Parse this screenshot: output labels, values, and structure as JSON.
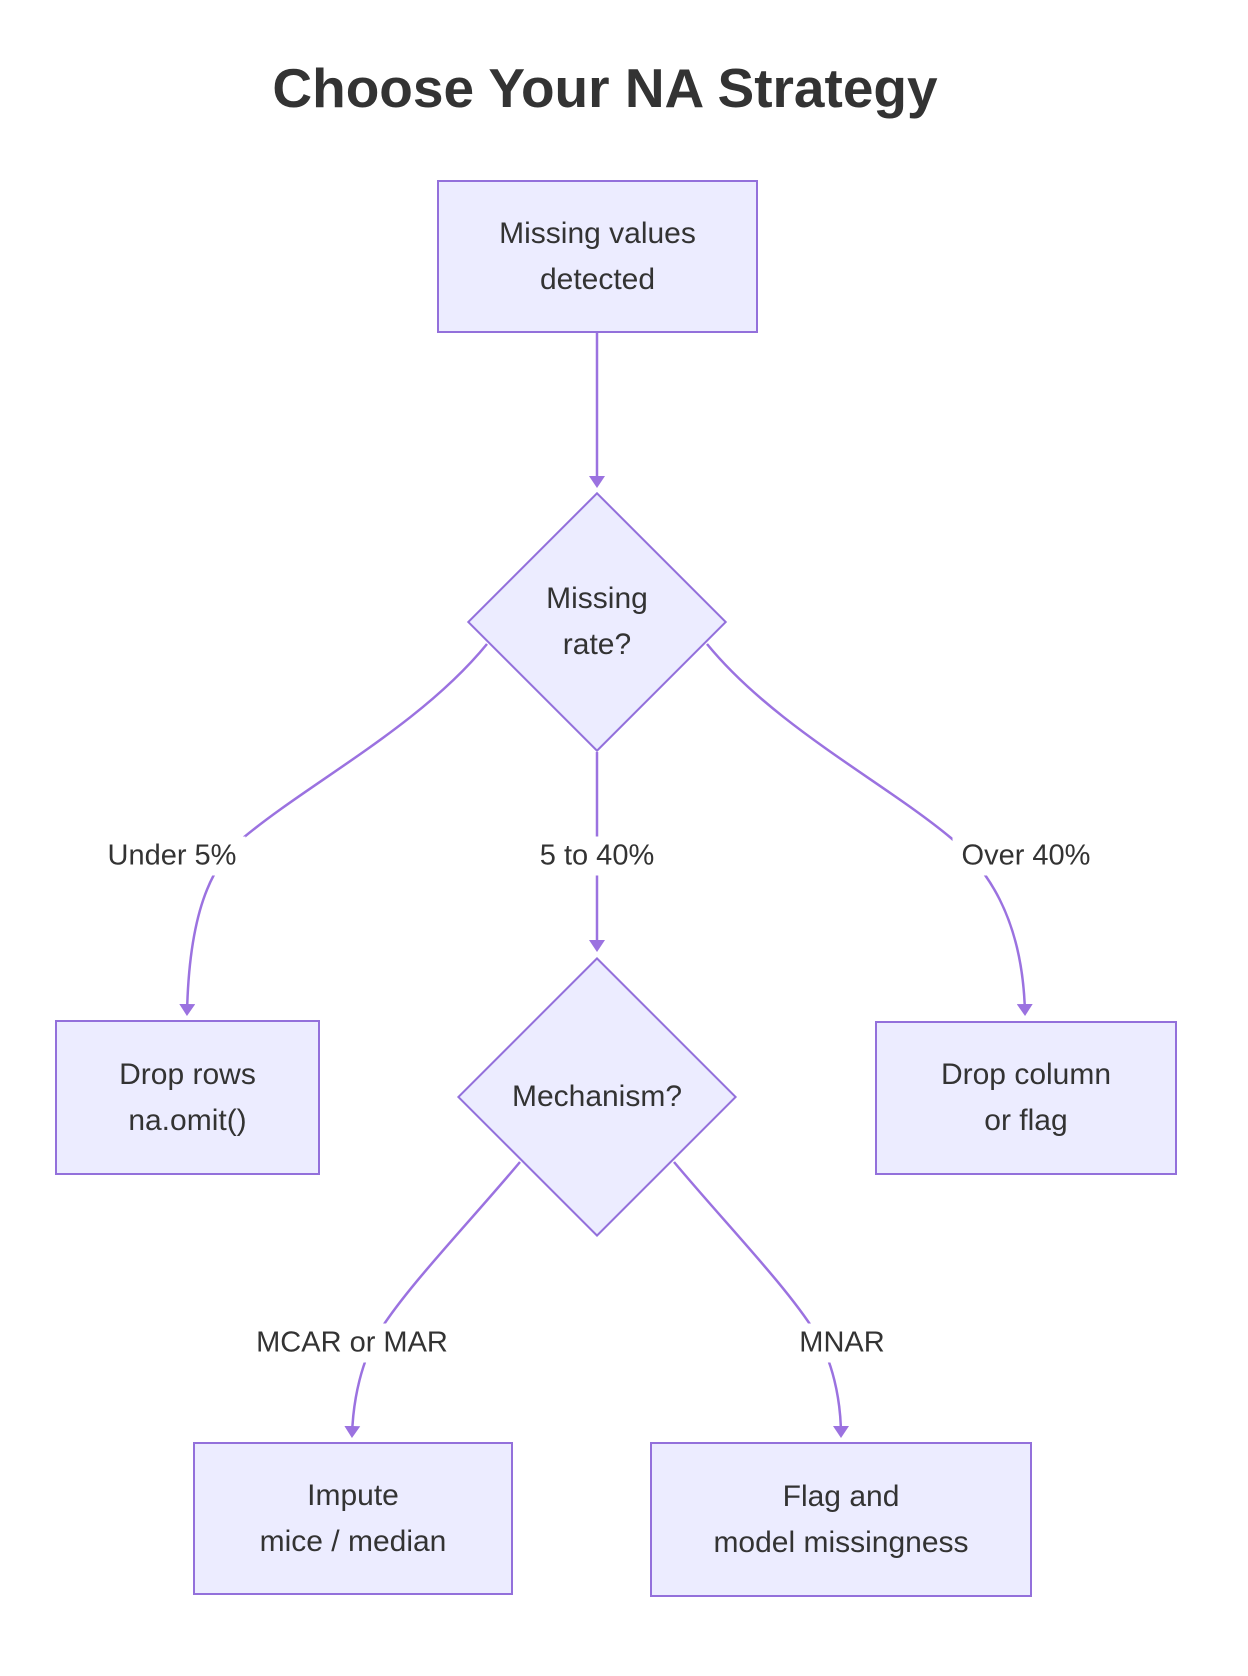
{
  "title": "Choose Your NA Strategy",
  "diagram": {
    "type": "flowchart",
    "nodes": {
      "start": {
        "line1": "Missing values",
        "line2": "detected"
      },
      "missing_rate": {
        "line1": "Missing",
        "line2": "rate?"
      },
      "drop_rows": {
        "line1": "Drop rows",
        "line2": "na.omit()"
      },
      "mechanism": {
        "line1": "Mechanism?"
      },
      "drop_column": {
        "line1": "Drop column",
        "line2": "or flag"
      },
      "impute": {
        "line1": "Impute",
        "line2": "mice / median"
      },
      "flag_model": {
        "line1": "Flag and",
        "line2": "model missingness"
      }
    },
    "edge_labels": {
      "under_5": "Under 5%",
      "5_to_40": "5 to 40%",
      "over_40": "Over 40%",
      "mcar_or_mar": "MCAR or MAR",
      "mnar": "MNAR"
    },
    "colors": {
      "node_fill": "#ECECFF",
      "node_border": "#9370DB",
      "edge": "#9B72E0",
      "text": "#333333",
      "background": "#FFFFFF"
    }
  }
}
